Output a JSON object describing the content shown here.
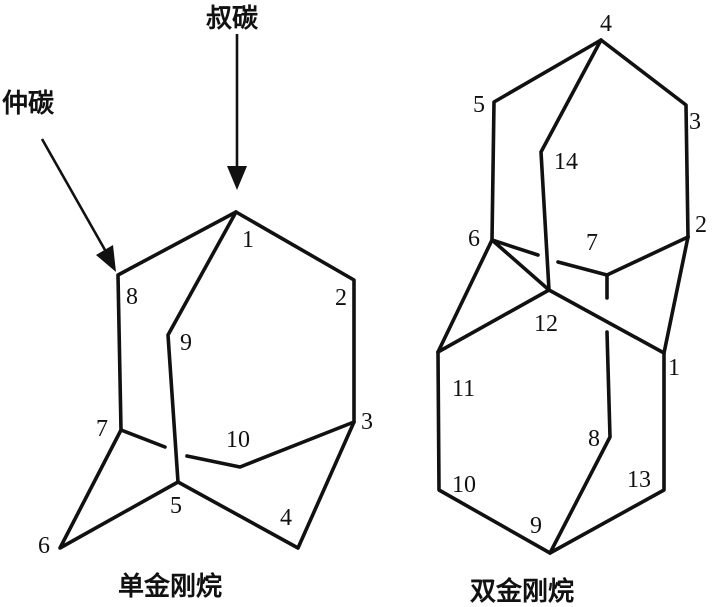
{
  "annotations": {
    "tertiary_carbon": "叔碳",
    "secondary_carbon": "仲碳"
  },
  "molecules": [
    {
      "name": "单金刚烷",
      "atoms": [
        {
          "id": "1",
          "label": "1"
        },
        {
          "id": "2",
          "label": "2"
        },
        {
          "id": "3",
          "label": "3"
        },
        {
          "id": "4",
          "label": "4"
        },
        {
          "id": "5",
          "label": "5"
        },
        {
          "id": "6",
          "label": "6"
        },
        {
          "id": "7",
          "label": "7"
        },
        {
          "id": "8",
          "label": "8"
        },
        {
          "id": "9",
          "label": "9"
        },
        {
          "id": "10",
          "label": "10"
        }
      ],
      "bonds": [
        [
          "1",
          "8"
        ],
        [
          "1",
          "2"
        ],
        [
          "2",
          "3"
        ],
        [
          "3",
          "4"
        ],
        [
          "4",
          "5"
        ],
        [
          "5",
          "6"
        ],
        [
          "6",
          "7"
        ],
        [
          "7",
          "8"
        ],
        [
          "1",
          "9"
        ],
        [
          "9",
          "5"
        ],
        [
          "7",
          "10"
        ],
        [
          "10",
          "3"
        ]
      ]
    },
    {
      "name": "双金刚烷",
      "atoms": [
        {
          "id": "1",
          "label": "1"
        },
        {
          "id": "2",
          "label": "2"
        },
        {
          "id": "3",
          "label": "3"
        },
        {
          "id": "4",
          "label": "4"
        },
        {
          "id": "5",
          "label": "5"
        },
        {
          "id": "6",
          "label": "6"
        },
        {
          "id": "7",
          "label": "7"
        },
        {
          "id": "8",
          "label": "8"
        },
        {
          "id": "9",
          "label": "9"
        },
        {
          "id": "10",
          "label": "10"
        },
        {
          "id": "11",
          "label": "11"
        },
        {
          "id": "12",
          "label": "12"
        },
        {
          "id": "13",
          "label": "13"
        },
        {
          "id": "14",
          "label": "14"
        }
      ],
      "bonds": [
        [
          "4",
          "5"
        ],
        [
          "5",
          "6"
        ],
        [
          "4",
          "3"
        ],
        [
          "3",
          "2"
        ],
        [
          "4",
          "14"
        ],
        [
          "14",
          "12"
        ],
        [
          "6",
          "12"
        ],
        [
          "6",
          "11"
        ],
        [
          "11",
          "12"
        ],
        [
          "12",
          "1"
        ],
        [
          "2",
          "1"
        ],
        [
          "2",
          "7"
        ],
        [
          "6",
          "7"
        ],
        [
          "7",
          "8"
        ],
        [
          "8",
          "9"
        ],
        [
          "11",
          "10"
        ],
        [
          "10",
          "9"
        ],
        [
          "9",
          "13"
        ],
        [
          "13",
          "1"
        ]
      ]
    }
  ]
}
